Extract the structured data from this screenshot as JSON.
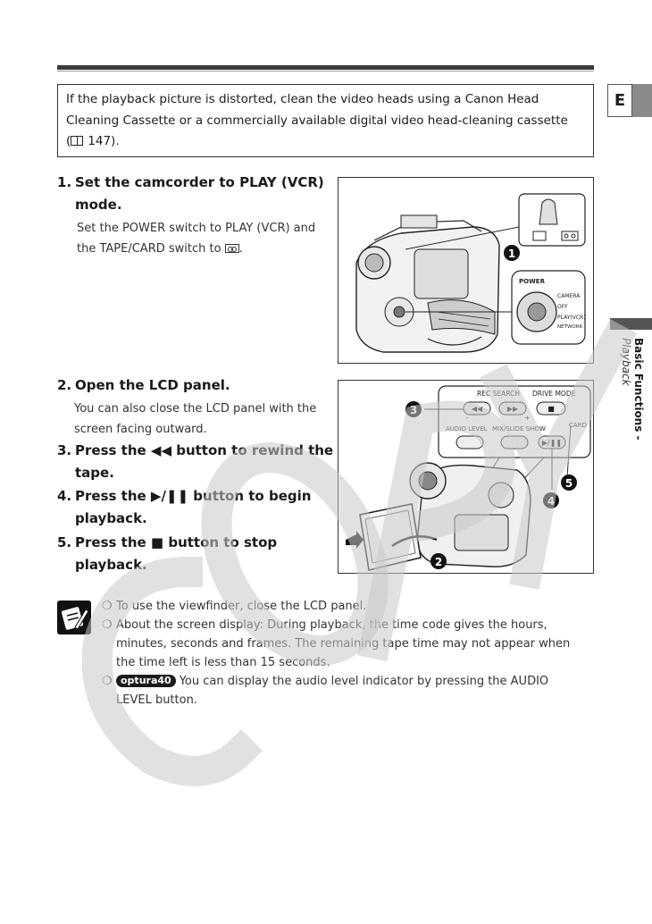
{
  "note": {
    "line1": "If the playback picture is distorted, clean the video heads using a Canon Head",
    "line2": "Cleaning Cassette or a commercially available digital video head-cleaning cassette",
    "line3_pre": "(",
    "line3_post": "147)."
  },
  "tab": {
    "letter": "E"
  },
  "side": {
    "section": "Basic Functions -",
    "subsection": "Playback"
  },
  "steps": [
    {
      "num": "1.",
      "line1": "Set the camcorder to PLAY (VCR)",
      "line2": "mode."
    },
    {
      "num": "2.",
      "line1": "Open the LCD panel."
    },
    {
      "num": "3.",
      "pre": "Press the",
      "symbol": "◀◀",
      "post": "button to rewind the",
      "line2": "tape."
    },
    {
      "num": "4.",
      "pre": "Press the",
      "symbol": "▶/❚❚",
      "post": "button to begin",
      "line2": "playback."
    },
    {
      "num": "5.",
      "pre": "Press the",
      "symbol": "■",
      "post": "button to stop",
      "line2": "playback."
    }
  ],
  "step1_sub": {
    "line1": "Set the POWER switch to PLAY (VCR) and",
    "line2_pre": "the TAPE/CARD switch to",
    "line2_post": "."
  },
  "step2_sub": {
    "line1": "You can also close the LCD panel with the",
    "line2": "screen facing outward."
  },
  "figure1": {
    "callout": "1",
    "power_label": "POWER",
    "camera_label": "CAMERA",
    "off_label": "OFF",
    "play_label": "PLAY(VCR)",
    "network_label": "NETWORK"
  },
  "figure2": {
    "callouts": [
      "3",
      "5",
      "4",
      "2"
    ],
    "rec_search": "REC SEARCH",
    "drive_mode": "DRIVE MODE",
    "audio_level": "AUDIO LEVEL",
    "mix_slide": "MIX/SLIDE SHOW",
    "card": "CARD",
    "minus": "–",
    "plus": "+"
  },
  "notes": {
    "bullet": "❍",
    "item1": "To use the viewfinder, close the LCD panel.",
    "item2_l1": "About the screen display: During playback, the time code gives the hours,",
    "item2_l2": "minutes, seconds and frames. The remaining tape time may not appear when",
    "item2_l3": "the time left is less than 15 seconds.",
    "badge": "optura40",
    "item3_l1": "You can display the audio level indicator by pressing the AUDIO",
    "item3_l2": "LEVEL button."
  },
  "colors": {
    "rule": "#3a3a3a",
    "tab": "#8a8a8a",
    "watermark": "#d0d0d0"
  }
}
